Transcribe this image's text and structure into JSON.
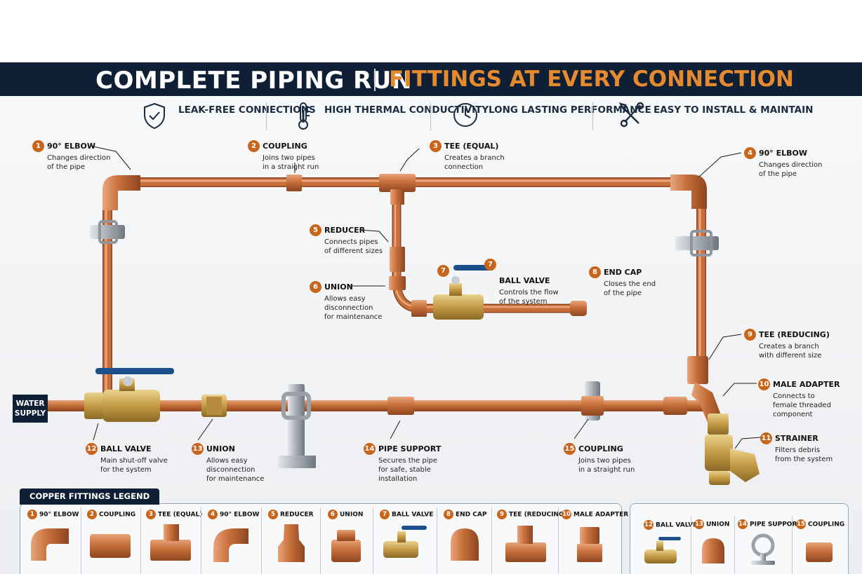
{
  "title": {
    "left": "COMPLETE PIPING RUN",
    "right": "FITTINGS AT EVERY CONNECTION"
  },
  "features": [
    {
      "icon": "shield-check-icon",
      "text": "LEAK-FREE\nCONNECTIONS"
    },
    {
      "icon": "thermometer-icon",
      "text": "HIGH THERMAL\nCONDUCTIVITY"
    },
    {
      "icon": "clock-icon",
      "text": "LONG LASTING\nPERFORMANCE"
    },
    {
      "icon": "tools-icon",
      "text": "EASY TO INSTALL\n& MAINTAIN"
    }
  ],
  "callouts": [
    {
      "n": "1",
      "title": "90° ELBOW",
      "desc": "Changes direction\nof the pipe"
    },
    {
      "n": "2",
      "title": "COUPLING",
      "desc": "Joins two pipes\nin a straight run"
    },
    {
      "n": "3",
      "title": "TEE (EQUAL)",
      "desc": "Creates a branch\nconnection"
    },
    {
      "n": "4",
      "title": "90° ELBOW",
      "desc": "Changes direction\nof the pipe"
    },
    {
      "n": "5",
      "title": "REDUCER",
      "desc": "Connects pipes\nof different sizes"
    },
    {
      "n": "6",
      "title": "UNION",
      "desc": "Allows easy\ndisconnection\nfor maintenance"
    },
    {
      "n": "7",
      "title": "BALL VALVE",
      "desc": "Controls the flow\nof the system"
    },
    {
      "n": "8",
      "title": "END CAP",
      "desc": "Closes the end\nof the pipe"
    },
    {
      "n": "9",
      "title": "TEE (REDUCING)",
      "desc": "Creates a branch\nwith different size"
    },
    {
      "n": "10",
      "title": "MALE ADAPTER",
      "desc": "Connects to\nfemale threaded\ncomponent"
    },
    {
      "n": "11",
      "title": "STRAINER",
      "desc": "Filters debris\nfrom the system"
    },
    {
      "n": "12",
      "title": "BALL VALVE",
      "desc": "Main shut-off valve\nfor the system"
    },
    {
      "n": "13",
      "title": "UNION",
      "desc": "Allows easy\ndisconnection\nfor maintenance"
    },
    {
      "n": "14",
      "title": "PIPE SUPPORT",
      "desc": "Secures the pipe\nfor safe, stable\ninstallation"
    },
    {
      "n": "15",
      "title": "COUPLING",
      "desc": "Joins two pipes\nin a straight run"
    }
  ],
  "callout7_extra_num": "7",
  "water_supply": "WATER\nSUPPLY",
  "legend": {
    "title": "COPPER FITTINGS LEGEND",
    "items": [
      {
        "n": "1",
        "label": "90° ELBOW"
      },
      {
        "n": "2",
        "label": "COUPLING"
      },
      {
        "n": "3",
        "label": "TEE (EQUAL)"
      },
      {
        "n": "4",
        "label": "90° ELBOW"
      },
      {
        "n": "5",
        "label": "REDUCER"
      },
      {
        "n": "6",
        "label": "UNION"
      },
      {
        "n": "7",
        "label": "BALL VALVE"
      },
      {
        "n": "8",
        "label": "END CAP"
      },
      {
        "n": "9",
        "label": "TEE (REDUCING)"
      },
      {
        "n": "10",
        "label": "MALE ADAPTER"
      }
    ],
    "items2": [
      {
        "n": "12",
        "label": "BALL VALVE"
      },
      {
        "n": "13",
        "label": "UNION"
      },
      {
        "n": "14",
        "label": "PIPE SUPPORT"
      },
      {
        "n": "15",
        "label": "COUPLING"
      }
    ]
  },
  "colors": {
    "header": "#0f1f36",
    "accent": "#e58a2e",
    "copper": "#c66f3b",
    "brass": "#c49a45",
    "handle": "#1c4f8c"
  }
}
